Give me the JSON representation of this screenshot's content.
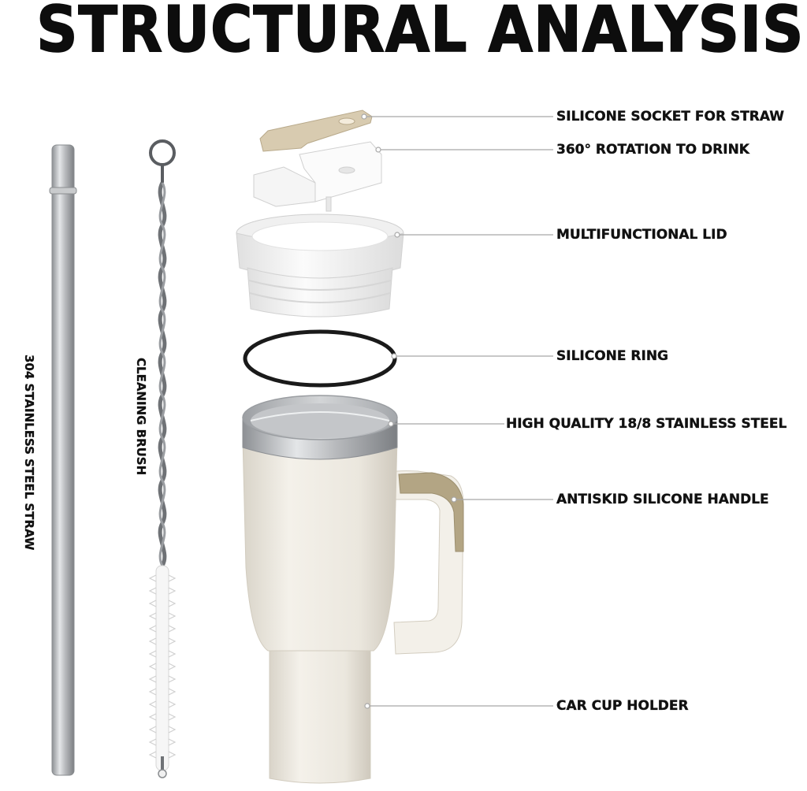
{
  "title": "STRUCTURAL ANALYSIS",
  "side_labels": {
    "straw": "304 STAINLESS STEEL STRAW",
    "brush": "CLEANING BRUSH"
  },
  "callouts": [
    "SILICONE SOCKET FOR STRAW",
    "360° ROTATION TO DRINK",
    "MULTIFUNCTIONAL LID",
    "SILICONE RING",
    "HIGH QUALITY 18/8 STAINLESS STEEL",
    "ANTISKID SILICONE HANDLE",
    "CAR CUP HOLDER"
  ],
  "colors": {
    "cup_body": "#ece8df",
    "handle_grip": "#b3a584",
    "steel": "#b8babd",
    "ring": "#1a1a1a"
  }
}
